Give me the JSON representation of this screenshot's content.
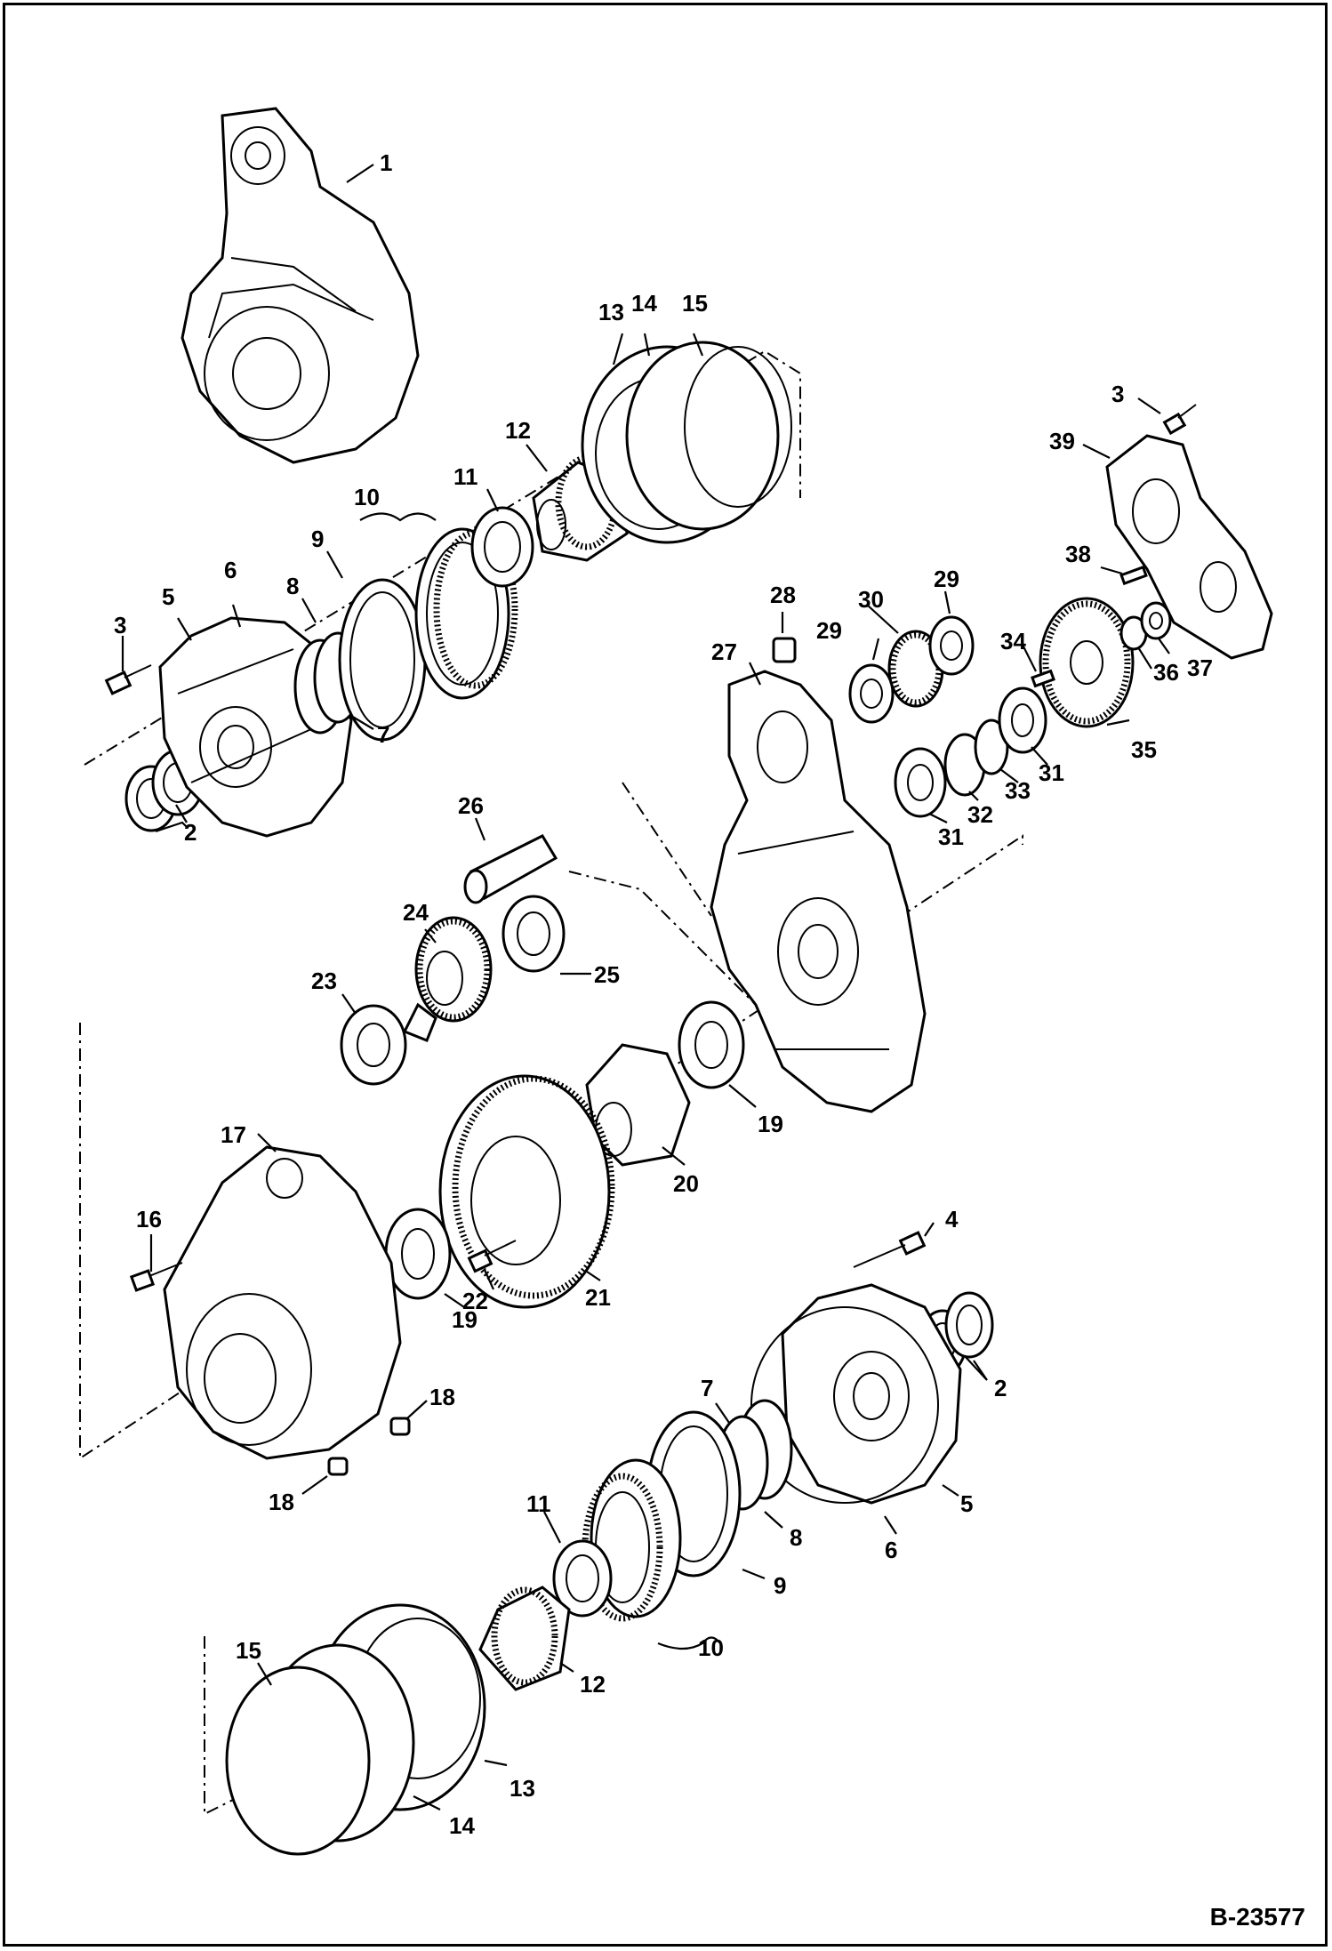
{
  "reference_code": "B-23577",
  "callouts": [
    "1",
    "2",
    "3",
    "4",
    "5",
    "6",
    "7",
    "8",
    "9",
    "10",
    "11",
    "12",
    "13",
    "14",
    "15",
    "16",
    "17",
    "18",
    "19",
    "20",
    "21",
    "22",
    "23",
    "24",
    "25",
    "26",
    "27",
    "28",
    "29",
    "30",
    "31",
    "32",
    "33",
    "34",
    "35",
    "36",
    "37",
    "38",
    "39"
  ],
  "colors": {
    "ink": "#000000",
    "paper": "#ffffff"
  }
}
